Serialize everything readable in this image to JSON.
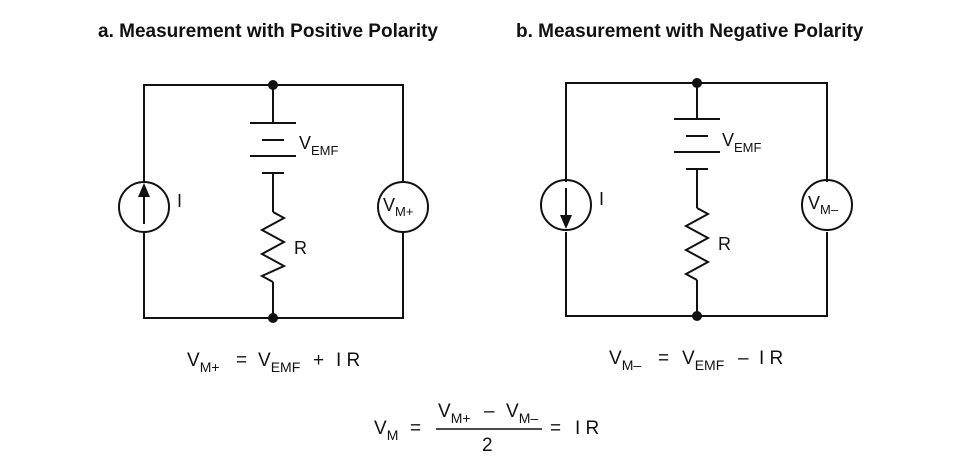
{
  "panel_a": {
    "title": "a. Measurement with Positive Polarity",
    "current_label": "I",
    "emf_label": "V",
    "emf_sub": "EMF",
    "resistor_label": "R",
    "meter_label": "V",
    "meter_sub": "M+",
    "equation": {
      "lhs": "V",
      "lhs_sub": "M+",
      "eq": "=",
      "term1": "V",
      "term1_sub": "EMF",
      "op": "+",
      "term2": "I R"
    }
  },
  "panel_b": {
    "title": "b. Measurement with Negative Polarity",
    "current_label": "I",
    "emf_label": "V",
    "emf_sub": "EMF",
    "resistor_label": "R",
    "meter_label": "V",
    "meter_sub": "M–",
    "equation": {
      "lhs": "V",
      "lhs_sub": "M–",
      "eq": "=",
      "term1": "V",
      "term1_sub": "EMF",
      "op": "–",
      "term2": "I R"
    }
  },
  "combined_equation": {
    "lhs": "V",
    "lhs_sub": "M",
    "eq": "=",
    "num_a": "V",
    "num_a_sub": "M+",
    "num_op": "–",
    "num_b": "V",
    "num_b_sub": "M–",
    "den": "2",
    "eq2": "=",
    "rhs": "I R"
  }
}
